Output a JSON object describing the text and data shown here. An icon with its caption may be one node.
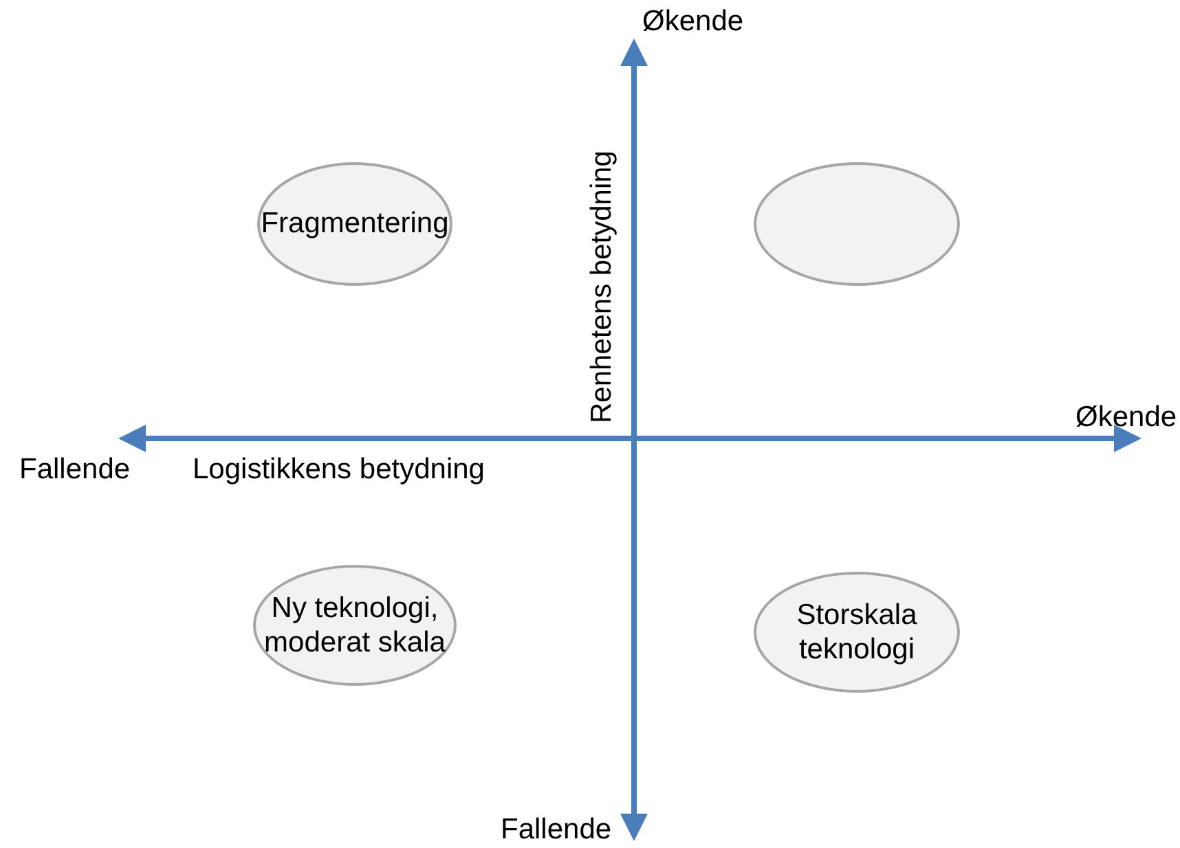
{
  "diagram": {
    "nodes": [
      {
        "text": [
          "Fragmentering"
        ]
      },
      {
        "text": [],
        "shape": "ellipse"
      },
      {
        "text": [
          "Ny teknologi, moderat skala"
        ]
      },
      {
        "text": [
          "Storskala teknologi"
        ]
      }
    ],
    "labels": [
      "Økende",
      "Renhetens betydning",
      "Økende",
      "Fallende",
      "Logistikkens betydning",
      "Fallende"
    ]
  }
}
